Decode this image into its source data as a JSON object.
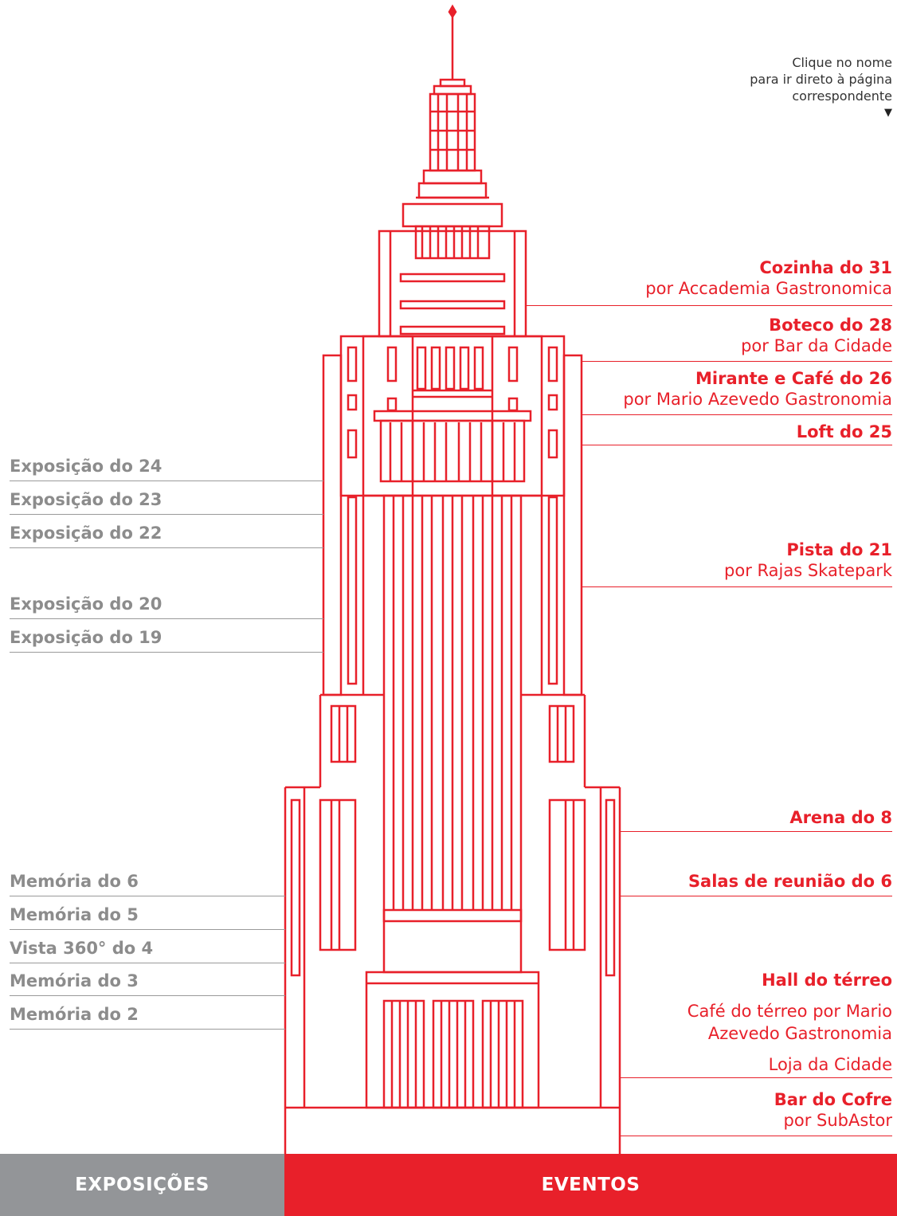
{
  "hint": {
    "line1": "Clique no nome",
    "line2": "para ir direto à página",
    "line3": "correspondente",
    "arrow": "▼"
  },
  "colors": {
    "accent": "#e8202a",
    "muted": "#939598",
    "label_grey": "#8c8c8c"
  },
  "left_floors": [
    "Exposição do 24",
    "Exposição do 23",
    "Exposição do 22",
    "Exposição do 20",
    "Exposição do 19",
    "Memória do 6",
    "Memória do 5",
    "Vista 360° do 4",
    "Memória do 3",
    "Memória do 2"
  ],
  "right_floors": [
    {
      "title": "Cozinha do 31",
      "subtitle": "por Accademia Gastronomica"
    },
    {
      "title": "Boteco do 28",
      "subtitle": "por Bar da Cidade"
    },
    {
      "title": "Mirante e Café do 26",
      "subtitle": "por Mario Azevedo Gastronomia"
    },
    {
      "title": "Loft do 25"
    },
    {
      "title": "Pista do 21",
      "subtitle": "por Rajas Skatepark"
    },
    {
      "title": "Arena do 8"
    },
    {
      "title": "Salas de reunião do 6"
    },
    {
      "title": "Hall do térreo"
    },
    {
      "text": "Café do térreo por Mario"
    },
    {
      "text": "Azevedo Gastronomia"
    },
    {
      "text": "Loja da Cidade"
    },
    {
      "title": "Bar do Cofre",
      "subtitle": "por SubAstor"
    }
  ],
  "footer": {
    "left": "EXPOSIÇÕES",
    "right": "EVENTOS"
  }
}
